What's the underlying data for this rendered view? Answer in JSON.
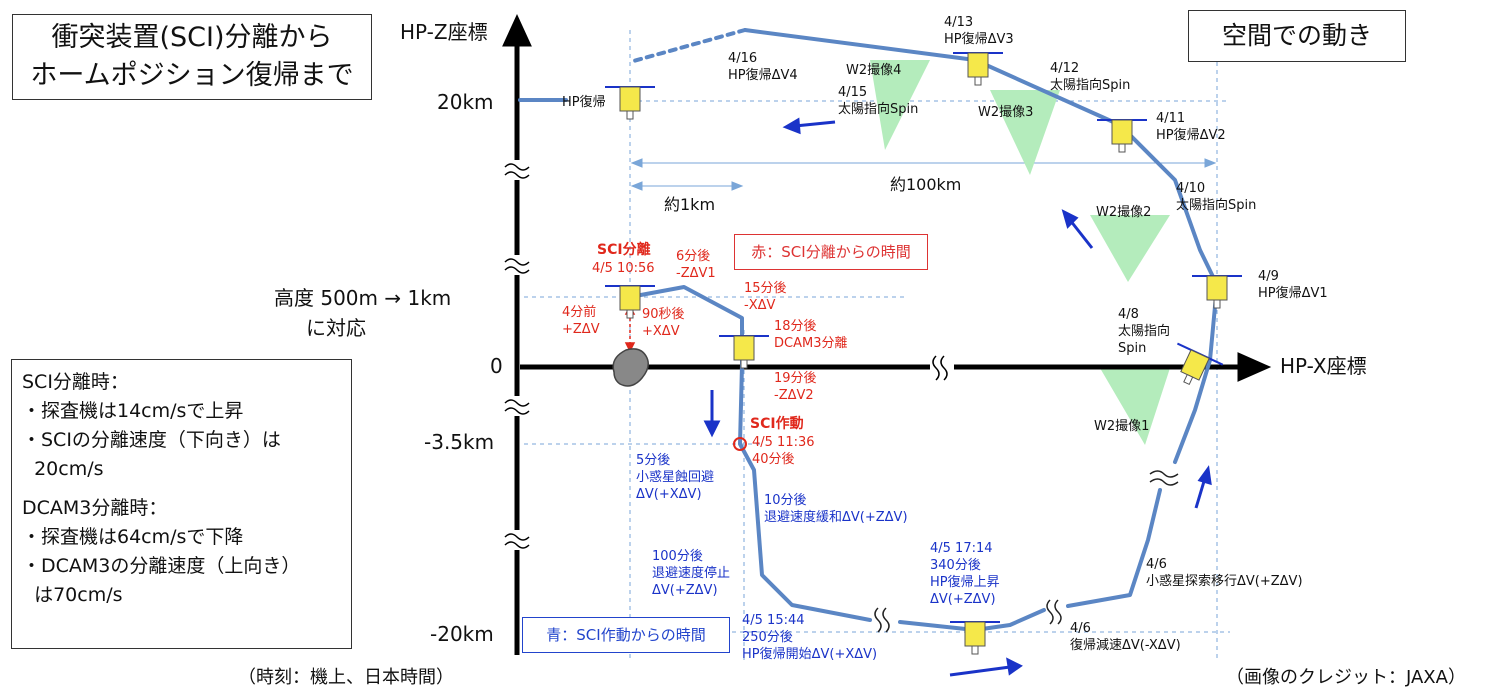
{
  "title": {
    "line1": "衝突装置(SCI)分離から",
    "line2": "ホームポジション復帰まで"
  },
  "space_label": "空間での動き",
  "axes": {
    "z_label": "HP-Z座標",
    "x_label": "HP-X座標",
    "ticks": [
      "20km",
      "1km",
      "0",
      "-3.5km",
      "-20km"
    ],
    "altitude_note_line1": "高度 500m → ",
    "altitude_note_line2": "に対応"
  },
  "distances": {
    "near": "約1km",
    "far": "約100km"
  },
  "legends": {
    "red": "赤：SCI分離からの時間",
    "blue": "青：SCI作動からの時間"
  },
  "notes": {
    "line1": "SCI分離時：",
    "line2": "・探査機は14cm/sで上昇",
    "line3": "・SCIの分離速度（下向き）は",
    "line4": "  20cm/s",
    "line5": "",
    "line6": "DCAM3分離時：",
    "line7": "・探査機は64cm/sで下降",
    "line8": "・DCAM3の分離速度（上向き）",
    "line9": "  は70cm/s"
  },
  "footer": {
    "time_note": "（時刻：機上、日本時間）",
    "credit": "（画像のクレジット：JAXA）"
  },
  "events_black": {
    "hp_return": "HP復帰",
    "d416": "4/16\nHP復帰ΔV4",
    "d415": "4/15\n太陽指向Spin",
    "w2_4": "W2撮像4",
    "d413": "4/13\nHP復帰ΔV3",
    "d412": "4/12\n太陽指向Spin",
    "w2_3": "W2撮像3",
    "d411": "4/11\nHP復帰ΔV2",
    "d410": "4/10\n太陽指向Spin",
    "w2_2": "W2撮像2",
    "d49": "4/9\nHP復帰ΔV1",
    "d48": "4/8\n太陽指向\nSpin",
    "w2_1": "W2撮像1",
    "d46a": "4/6\n小惑星探索移行ΔV(+ZΔV)",
    "d46b": "4/6\n復帰減速ΔV(-XΔV)"
  },
  "events_red": {
    "sci_sep_title": "SCI分離",
    "sci_sep_time": "4/5 10:56",
    "m4": "4分前\n+ZΔV",
    "s90": "90秒後\n+XΔV",
    "m6": "6分後\n-ZΔV1",
    "m15": "15分後\n-XΔV",
    "m18": "18分後\nDCAM3分離",
    "m19": "19分後\n-ZΔV2",
    "sci_act_title": "SCI作動",
    "sci_act_time": "4/5 11:36\n40分後"
  },
  "events_blue": {
    "b5": "5分後\n小惑星蝕回避\nΔV(+XΔV)",
    "b10": "10分後\n退避速度緩和ΔV(+ZΔV)",
    "b100": "100分後\n退避速度停止\nΔV(+ZΔV)",
    "b250": "4/5 15:44\n250分後\nHP復帰開始ΔV(+XΔV)",
    "b340": "4/5 17:14\n340分後\nHP復帰上昇\nΔV(+ZΔV)"
  },
  "colors": {
    "trajectory": "#5b86c4",
    "red": "#e0281c",
    "blue": "#1a33c8",
    "cone": "#b4ecbc",
    "spacecraft": "#f5e84a",
    "asteroid": "#888888"
  }
}
